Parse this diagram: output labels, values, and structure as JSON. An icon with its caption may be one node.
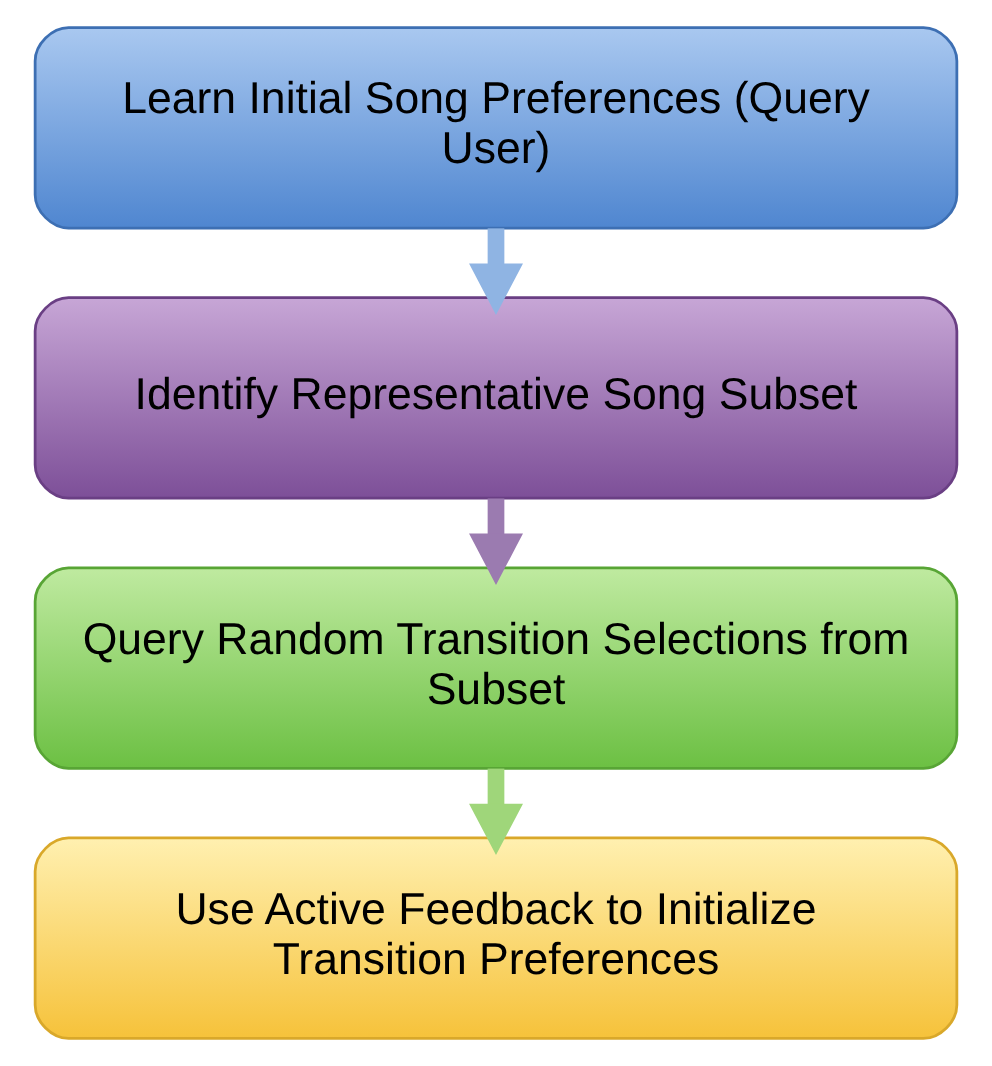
{
  "diagram": {
    "nodes": [
      {
        "text": [
          "Learn Initial Song Preferences (Query User)"
        ]
      },
      {
        "text": [
          "Identify Representative Song Subset"
        ]
      },
      {
        "text": [
          "Query Random Transition Selections from Subset"
        ]
      },
      {
        "text": [
          "Use Active Feedback to Initialize Transition Preferences"
        ]
      }
    ],
    "edges": [
      {
        "from": 0,
        "to": 1,
        "arrow": "to",
        "color": "#8fb4e3"
      },
      {
        "from": 1,
        "to": 2,
        "arrow": "to",
        "color": "#9b7bb0"
      },
      {
        "from": 2,
        "to": 3,
        "arrow": "to",
        "color": "#9fd67a"
      }
    ]
  }
}
